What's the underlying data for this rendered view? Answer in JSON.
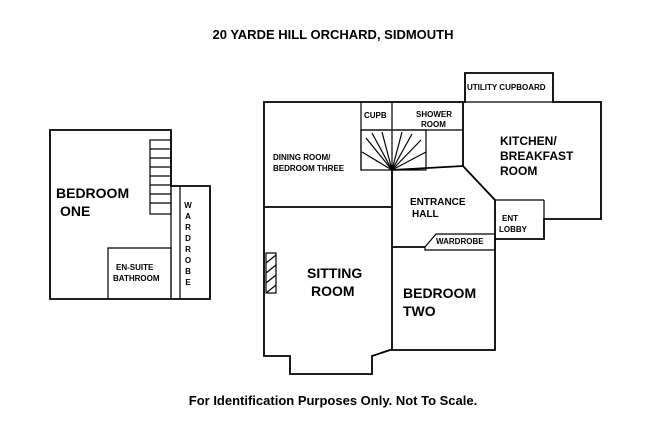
{
  "title": "20 YARDE HILL ORCHARD, SIDMOUTH",
  "footer": "For Identification Purposes Only. Not To Scale.",
  "first_floor": {
    "bedroom_one": [
      "BEDROOM",
      "ONE"
    ],
    "wardrobe_vertical": [
      "W",
      "A",
      "R",
      "D",
      "R",
      "O",
      "B",
      "E"
    ],
    "en_suite": [
      "EN-SUITE",
      "BATHROOM"
    ]
  },
  "ground_floor": {
    "utility_cupboard": "UTILITY CUPBOARD",
    "cupboard": "CUPB",
    "shower_room": [
      "SHOWER",
      "ROOM"
    ],
    "kitchen": [
      "KITCHEN/",
      "BREAKFAST",
      "ROOM"
    ],
    "dining_room": [
      "DINING ROOM/",
      "BEDROOM THREE"
    ],
    "entrance_hall": [
      "ENTRANCE",
      "HALL"
    ],
    "entrance_lobby": [
      "ENT",
      "LOBBY"
    ],
    "wardrobe": "WARDROBE",
    "sitting_room": [
      "SITTING",
      "ROOM"
    ],
    "bedroom_two": [
      "BEDROOM",
      "TWO"
    ]
  }
}
